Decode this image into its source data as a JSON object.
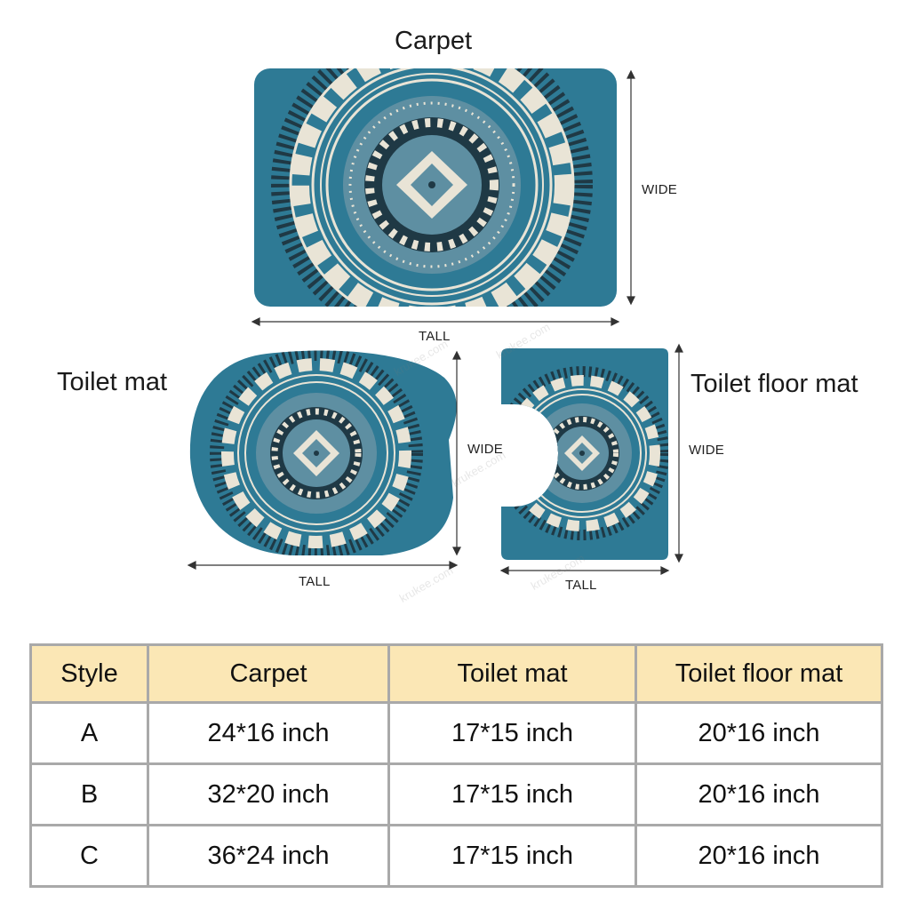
{
  "labels": {
    "carpet_title": "Carpet",
    "toilet_mat_title": "Toilet mat",
    "toilet_floor_mat_title": "Toilet floor mat",
    "wide": "WIDE",
    "tall": "TALL",
    "watermark": "krukee.com"
  },
  "colors": {
    "mat_teal": "#2e7a95",
    "mat_dark": "#1f3945",
    "mat_light": "#e9e4d6",
    "mat_inner": "#5e8fa2",
    "table_header_bg": "#fbe7b5",
    "table_border": "#a9a9a9"
  },
  "table": {
    "headers": [
      "Style",
      "Carpet",
      "Toilet mat",
      "Toilet floor mat"
    ],
    "rows": [
      [
        "A",
        "24*16 inch",
        "17*15 inch",
        "20*16 inch"
      ],
      [
        "B",
        "32*20 inch",
        "17*15 inch",
        "20*16 inch"
      ],
      [
        "C",
        "36*24 inch",
        "17*15 inch",
        "20*16 inch"
      ]
    ]
  }
}
